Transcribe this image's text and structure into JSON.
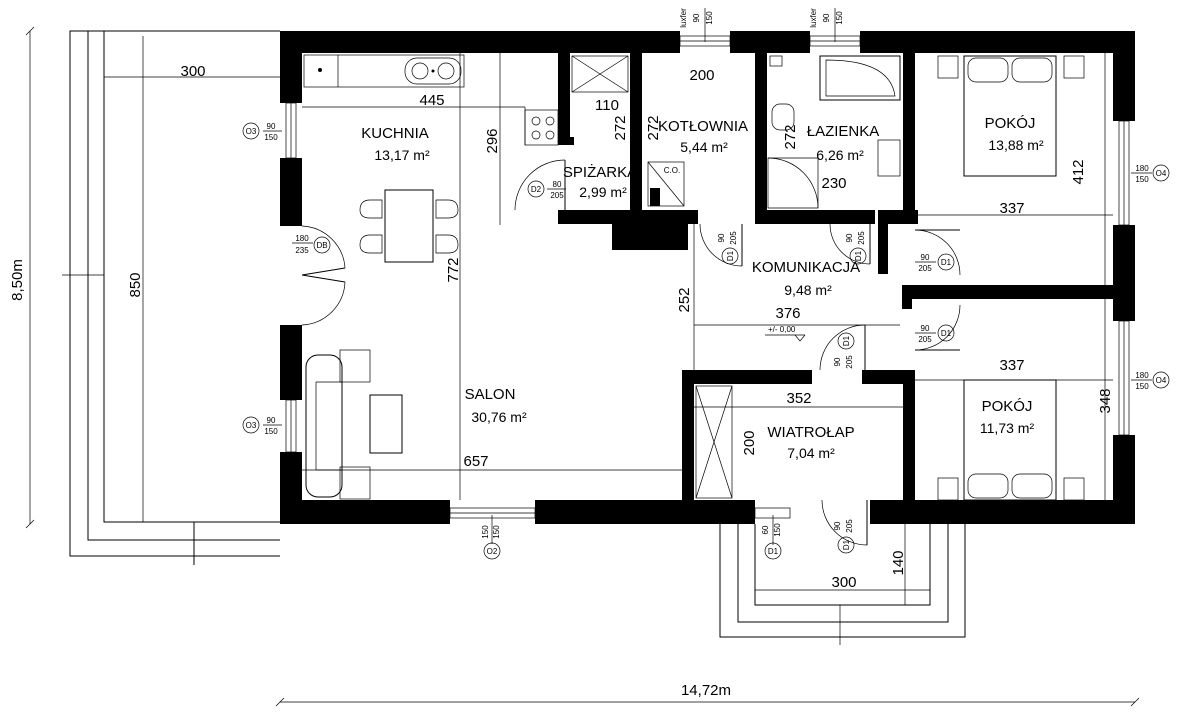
{
  "rooms": [
    {
      "name": "KUCHNIA",
      "area": "13,17 m²"
    },
    {
      "name": "SPIŻARKA",
      "area": "2,99 m²"
    },
    {
      "name": "KOTŁOWNIA",
      "area": "5,44 m²"
    },
    {
      "name": "ŁAZIENKA",
      "area": "6,26 m²"
    },
    {
      "name": "POKÓJ",
      "area": "13,88 m²"
    },
    {
      "name": "KOMUNIKACJA",
      "area": "9,48 m²"
    },
    {
      "name": "SALON",
      "area": "30,76 m²"
    },
    {
      "name": "WIATROŁAP",
      "area": "7,04 m²"
    },
    {
      "name": "POKÓJ",
      "area": "11,73 m²"
    }
  ],
  "dimensions": {
    "terrace_width": "300",
    "kitchen_width": "445",
    "pantry_width": "110",
    "pantry_height": "272",
    "kitchen_depth": "296",
    "boiler_width": "200",
    "boiler_height": "272",
    "bath_height": "272",
    "bath_width": "230",
    "room_top_width": "337",
    "room_top_height": "412",
    "corridor_height": "252",
    "corridor_width": "376",
    "salon_height": "772",
    "vestibule_width": "352",
    "vestibule_height": "200",
    "room_bottom_width": "337",
    "room_bottom_height": "348",
    "salon_width": "657",
    "porch_width": "300",
    "porch_depth": "140",
    "terrace_depth": "850",
    "total_height": "8,50m",
    "total_width": "14,72m",
    "level": "+/- 0,00"
  },
  "windows": {
    "O3_top": {
      "id": "O3",
      "w": "90",
      "h": "150"
    },
    "O3_bottom": {
      "id": "O3",
      "w": "90",
      "h": "150"
    },
    "O4_top": {
      "id": "O4",
      "w": "180",
      "h": "150"
    },
    "O4_bottom": {
      "id": "O4",
      "w": "180",
      "h": "150"
    },
    "O2": {
      "id": "O2",
      "w": "150",
      "h": "150"
    },
    "luxfer_1": {
      "label": "luxfer",
      "w": "90",
      "h": "150"
    },
    "luxfer_2": {
      "label": "luxfer",
      "w": "90",
      "h": "150"
    }
  },
  "doors": {
    "DB": {
      "id": "DB",
      "w": "180",
      "h": "235"
    },
    "D2": {
      "id": "D2",
      "w": "80",
      "h": "205"
    },
    "D1_boiler": {
      "id": "D1",
      "w": "90",
      "h": "205"
    },
    "D1_bath": {
      "id": "D1",
      "w": "90",
      "h": "205"
    },
    "D1_room_top": {
      "id": "D1",
      "w": "90",
      "h": "205"
    },
    "D1_room_bottom": {
      "id": "D1",
      "w": "90",
      "h": "205"
    },
    "D1_vestibule": {
      "id": "D1",
      "w": "90",
      "h": "205"
    },
    "D1_entry": {
      "id": "D1",
      "w": "90",
      "h": "205"
    },
    "D1_window": {
      "id": "D1",
      "w": "60",
      "h": "150"
    }
  },
  "labels": {
    "chimney": "C.O."
  }
}
